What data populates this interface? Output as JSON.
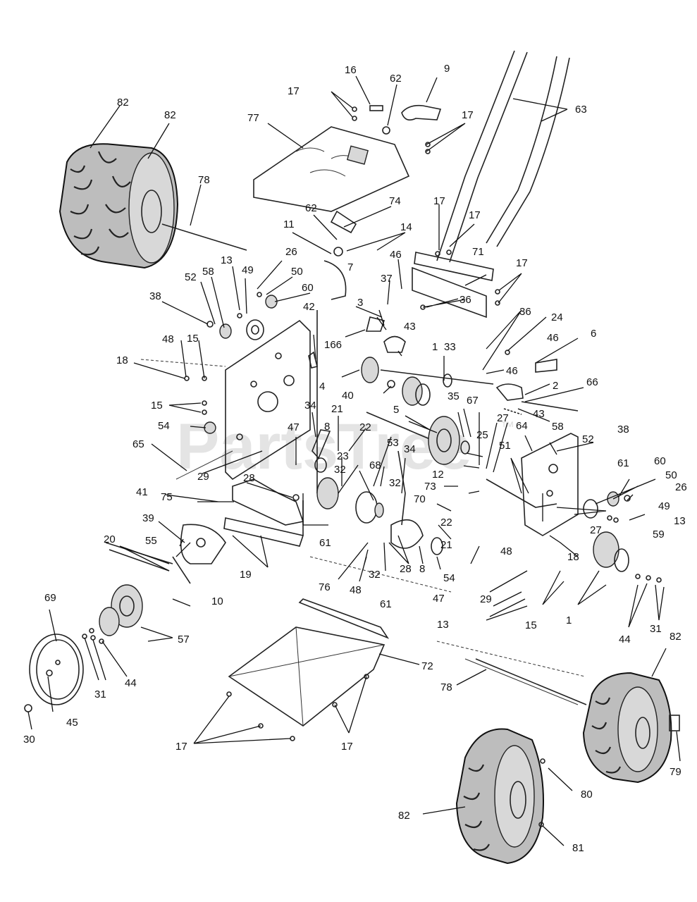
{
  "watermark": {
    "text": "PartsTree",
    "tm": "™"
  },
  "callouts": [
    "82",
    "82",
    "78",
    "77",
    "16",
    "62",
    "9",
    "17",
    "17",
    "63",
    "11",
    "62",
    "74",
    "14",
    "17",
    "17",
    "71",
    "17",
    "13",
    "26",
    "50",
    "60",
    "52",
    "58",
    "49",
    "46",
    "37",
    "36",
    "7",
    "3",
    "38",
    "42",
    "166",
    "43",
    "1",
    "33",
    "36",
    "24",
    "46",
    "6",
    "48",
    "15",
    "18",
    "4",
    "40",
    "46",
    "2",
    "66",
    "15",
    "54",
    "34",
    "8",
    "21",
    "22",
    "5",
    "35",
    "67",
    "25",
    "43",
    "65",
    "29",
    "47",
    "23",
    "53",
    "34",
    "27",
    "64",
    "58",
    "38",
    "52",
    "12",
    "51",
    "61",
    "60",
    "50",
    "26",
    "41",
    "75",
    "28",
    "32",
    "68",
    "32",
    "73",
    "70",
    "22",
    "21",
    "27",
    "49",
    "13",
    "39",
    "20",
    "55",
    "61",
    "48",
    "59",
    "19",
    "76",
    "48",
    "32",
    "28",
    "8",
    "47",
    "54",
    "29",
    "18",
    "15",
    "1",
    "61",
    "10",
    "13",
    "44",
    "31",
    "82",
    "69",
    "57",
    "72",
    "78",
    "31",
    "44",
    "45",
    "30",
    "17",
    "17",
    "79",
    "80",
    "82",
    "81"
  ]
}
